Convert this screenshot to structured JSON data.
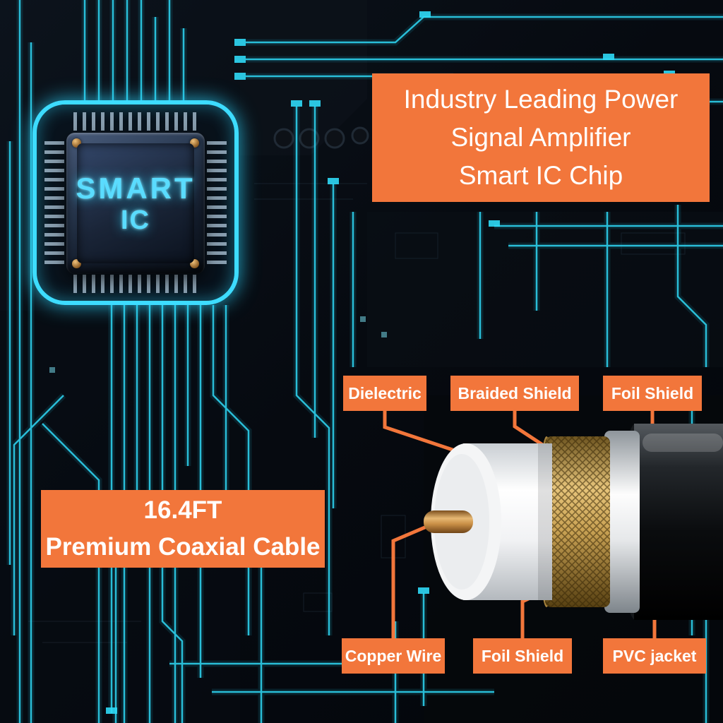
{
  "banners": {
    "headline": {
      "lines": [
        "Industry Leading Power",
        "Signal Amplifier",
        "Smart IC Chip"
      ]
    },
    "cable": {
      "lines": [
        "16.4FT",
        "Premium Coaxial Cable"
      ]
    }
  },
  "chip": {
    "label_top": "SMART",
    "label_bottom": "IC"
  },
  "diagram": {
    "labels_top": [
      "Dielectric",
      "Braided Shield",
      "Foil Shield"
    ],
    "labels_bottom": [
      "Copper Wire",
      "Foil Shield",
      "PVC jacket"
    ]
  },
  "colors": {
    "accent_orange": "#F2763B",
    "circuit_cyan": "#2FD9F6",
    "chip_glow_cyan": "#3DDCFF",
    "chip_text_cyan": "#5ADCFF",
    "copper": "#D49A55",
    "braid_gold": "#C9A254",
    "dielectric_white": "#F5F6F7",
    "jacket_black": "#0A0C0E",
    "background": "#04070C"
  }
}
